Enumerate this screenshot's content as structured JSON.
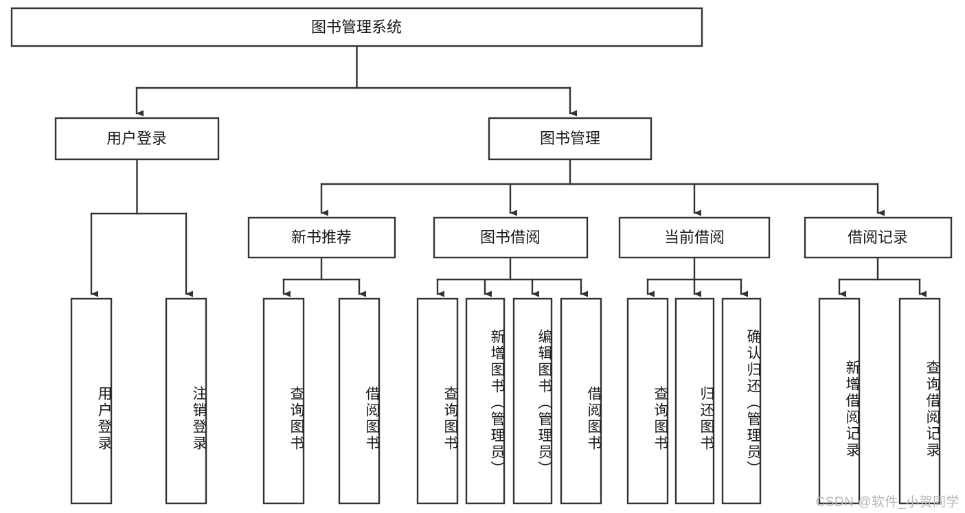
{
  "diagram": {
    "title": "图书管理系统",
    "type": "tree-hierarchy-chart",
    "watermark": "CSDN @软件_小贺同学",
    "colors": {
      "background": "#ffffff",
      "box_fill": "#ffffff",
      "box_stroke": "#333333",
      "text": "#1a1a1a",
      "watermark": "#b7b7b7"
    },
    "root": {
      "label": "图书管理系统"
    },
    "level2": [
      {
        "label": "用户登录"
      },
      {
        "label": "图书管理"
      }
    ],
    "level3": [
      {
        "label": "新书推荐"
      },
      {
        "label": "图书借阅"
      },
      {
        "label": "当前借阅"
      },
      {
        "label": "借阅记录"
      }
    ],
    "leaves": {
      "user_login": [
        {
          "label": "用户登录"
        },
        {
          "label": "注销登录"
        }
      ],
      "new_book_recommend": [
        {
          "label": "查询图书"
        },
        {
          "label": "借阅图书"
        }
      ],
      "book_borrow": [
        {
          "label": "查询图书"
        },
        {
          "label": "新增图书（管理员）"
        },
        {
          "label": "编辑图书（管理员）"
        },
        {
          "label": "借阅图书"
        }
      ],
      "current_borrow": [
        {
          "label": "查询图书"
        },
        {
          "label": "归还图书"
        },
        {
          "label": "确认归还（管理员）"
        }
      ],
      "borrow_record": [
        {
          "label": "新增借阅记录"
        },
        {
          "label": "查询借阅记录"
        }
      ]
    }
  }
}
